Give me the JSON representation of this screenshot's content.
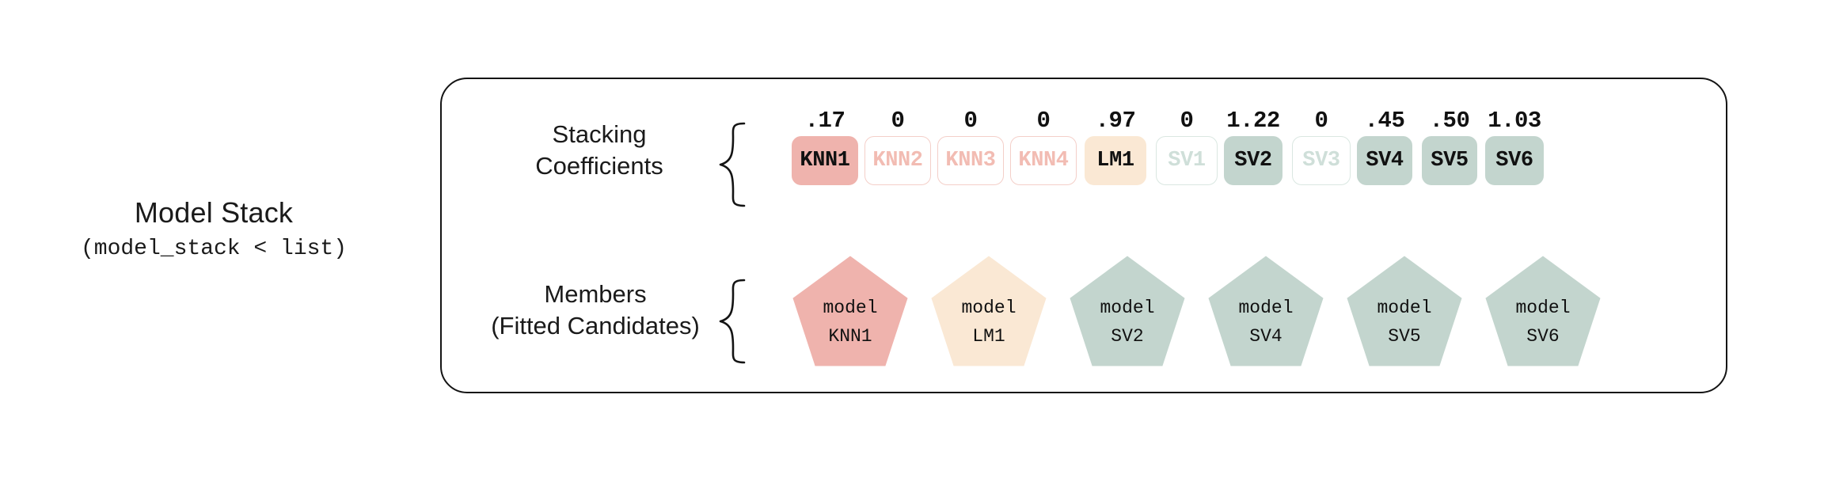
{
  "caption": {
    "title": "Model Stack",
    "subtitle": "(model_stack < list)"
  },
  "rows": {
    "coefficients": {
      "label_line1": "Stacking",
      "label_line2": "Coefficients",
      "brace_icon": "curly-brace-icon"
    },
    "members": {
      "label_line1": "Members",
      "label_line2": "(Fitted Candidates)",
      "brace_icon": "curly-brace-icon"
    }
  },
  "colors": {
    "knn_fill": "#efb3ad",
    "knn_empty_border": "#f4cfc9",
    "knn_empty_text": "#f2bcb3",
    "lm_fill": "#fae8d4",
    "lm_empty_border": "#f7e0c9",
    "sv_fill": "#c3d5ce",
    "sv_empty_border": "#dae7e1",
    "sv_empty_text": "#cfdfd9",
    "active_text": "#111111",
    "panel_border": "#141414"
  },
  "stacking_coefficients": [
    {
      "name": "KNN1",
      "coefficient": ".17",
      "active": true,
      "family": "knn"
    },
    {
      "name": "KNN2",
      "coefficient": "0",
      "active": false,
      "family": "knn"
    },
    {
      "name": "KNN3",
      "coefficient": "0",
      "active": false,
      "family": "knn"
    },
    {
      "name": "KNN4",
      "coefficient": "0",
      "active": false,
      "family": "knn"
    },
    {
      "name": "LM1",
      "coefficient": ".97",
      "active": true,
      "family": "lm"
    },
    {
      "name": "SV1",
      "coefficient": "0",
      "active": false,
      "family": "sv"
    },
    {
      "name": "SV2",
      "coefficient": "1.22",
      "active": true,
      "family": "sv"
    },
    {
      "name": "SV3",
      "coefficient": "0",
      "active": false,
      "family": "sv"
    },
    {
      "name": "SV4",
      "coefficient": ".45",
      "active": true,
      "family": "sv"
    },
    {
      "name": "SV5",
      "coefficient": ".50",
      "active": true,
      "family": "sv"
    },
    {
      "name": "SV6",
      "coefficient": "1.03",
      "active": true,
      "family": "sv"
    }
  ],
  "members": [
    {
      "line1": "model",
      "line2": "KNN1",
      "family": "knn"
    },
    {
      "line1": "model",
      "line2": "LM1",
      "family": "lm"
    },
    {
      "line1": "model",
      "line2": "SV2",
      "family": "sv"
    },
    {
      "line1": "model",
      "line2": "SV4",
      "family": "sv"
    },
    {
      "line1": "model",
      "line2": "SV5",
      "family": "sv"
    },
    {
      "line1": "model",
      "line2": "SV6",
      "family": "sv"
    }
  ]
}
